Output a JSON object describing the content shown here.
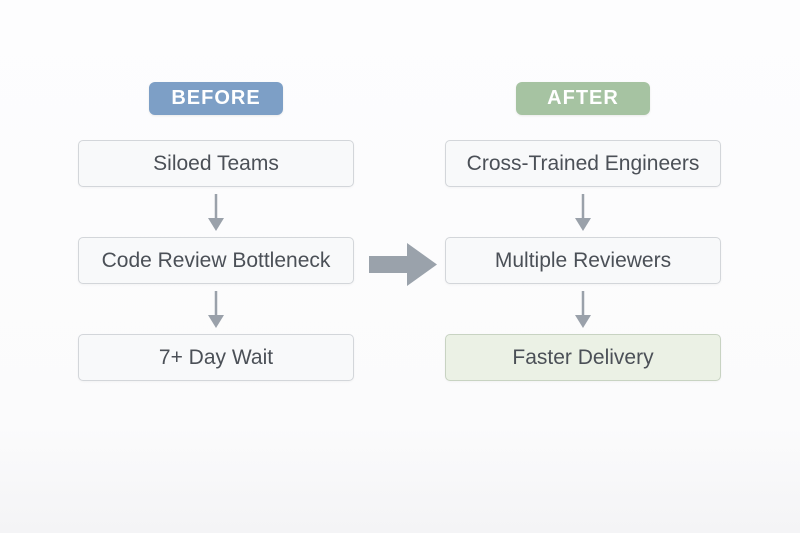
{
  "page": {
    "background": "#fbfbfc"
  },
  "columns": [
    {
      "id": "before",
      "badge": {
        "label": "BEFORE",
        "color": "#7d9fc6"
      },
      "boxes": [
        {
          "label": "Siloed Teams"
        },
        {
          "label": "Code Review Bottleneck"
        },
        {
          "label": "7+ Day Wait"
        }
      ]
    },
    {
      "id": "after",
      "badge": {
        "label": "AFTER",
        "color": "#a6c3a2"
      },
      "boxes": [
        {
          "label": "Cross-Trained Engineers"
        },
        {
          "label": "Multiple Reviewers"
        },
        {
          "label": "Faster Delivery",
          "highlight": "green"
        }
      ]
    }
  ],
  "icons": {
    "down_arrow_color": "#9aa1aa",
    "right_arrow_color": "#9aa2ab"
  }
}
